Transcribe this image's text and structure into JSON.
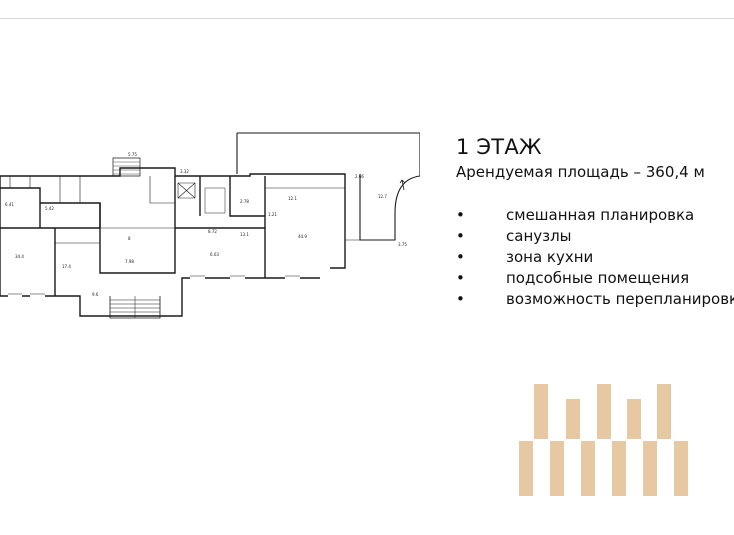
{
  "header": {
    "title": "1 ЭТАЖ",
    "area_text": "Арендуемая площадь – 360,4 м"
  },
  "features": [
    {
      "bullet": "•",
      "text": "смешанная планировка"
    },
    {
      "bullet": "•",
      "text": "санузлы"
    },
    {
      "bullet": "•",
      "text": "зона кухни"
    },
    {
      "bullet": "•",
      "text": "подсобные помещения"
    },
    {
      "bullet": "•",
      "text": "возможность перепланировки"
    }
  ],
  "logo": {
    "color": "#e6c9a3"
  }
}
